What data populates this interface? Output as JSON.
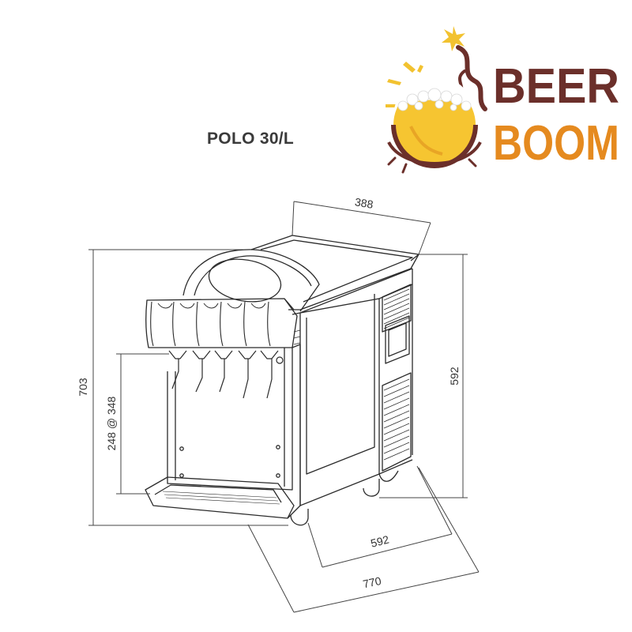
{
  "title": "POLO 30/L",
  "logo": {
    "line1": "BEER",
    "line2": "BOOM",
    "colors": {
      "word_top": "#6b2f2a",
      "word_bottom": "#e58a1f",
      "beer": "#f6c531",
      "foam": "#ffffff",
      "swirl": "#6b2f2a",
      "sparkle": "#f2c230"
    }
  },
  "dimensions": {
    "top_depth": "388",
    "total_height": "703",
    "body_height": "592",
    "tap_clearance": "248 @ 348",
    "base_depth": "592",
    "total_depth": "770"
  },
  "colors": {
    "line": "#2b2b2b",
    "dim_line": "#444444",
    "panel": "#f7f7f7"
  }
}
